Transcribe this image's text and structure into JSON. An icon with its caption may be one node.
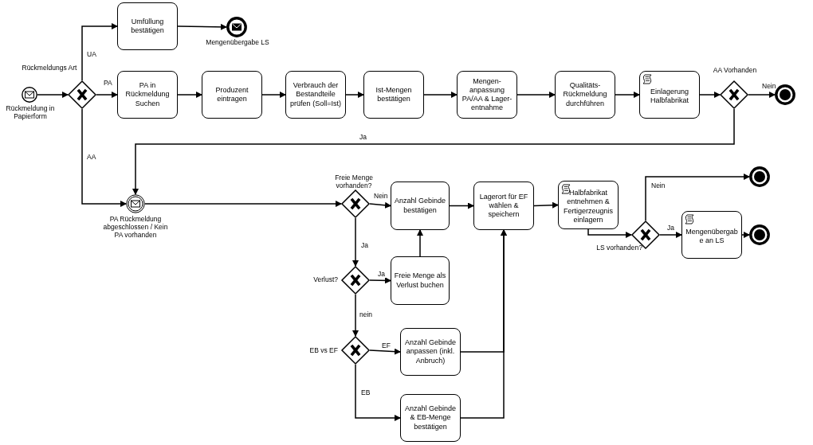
{
  "diagram": {
    "nodes": [
      {
        "text": [],
        "shape": "circle",
        "beside": [
          "Rückmeldung in Papierform"
        ]
      },
      {
        "text": [],
        "shape": "diamond",
        "beside": [
          "Rückmeldungs Art"
        ]
      },
      {
        "text": [
          "Umfüllung bestätigen"
        ]
      },
      {
        "text": [],
        "shape": "circle",
        "beside": [
          "Mengenübergabe LS"
        ]
      },
      {
        "text": [
          "PA in Rückmeldung Suchen"
        ]
      },
      {
        "text": [
          "Produzent eintragen"
        ]
      },
      {
        "text": [
          "Verbrauch der Bestandteile prüfen (Soll=Ist)"
        ]
      },
      {
        "text": [
          "Ist-Mengen bestätigen"
        ]
      },
      {
        "text": [
          "Mengen- anpassung PA/AA & Lager- entnahme"
        ]
      },
      {
        "text": [
          "Qualitäts- Rückmeldung durchführen"
        ]
      },
      {
        "text": [
          "Einlagerung Halbfabrikat"
        ]
      },
      {
        "text": [],
        "shape": "diamond",
        "beside": [
          "AA Vorhanden"
        ]
      },
      {
        "text": [],
        "shape": "circle"
      },
      {
        "text": [],
        "shape": "circle",
        "beside": [
          "PA Rückmeldung abgeschlossen / Kein PA vorhanden"
        ]
      },
      {
        "text": [],
        "shape": "diamond",
        "beside": [
          "Freie Menge vorhanden?"
        ]
      },
      {
        "text": [
          "Anzahl Gebinde bestätigen"
        ]
      },
      {
        "text": [
          "Lagerort für EF wählen & speichern"
        ]
      },
      {
        "text": [
          "Halbfabrikat entnehmen & Fertigerzeugnis einlagern"
        ]
      },
      {
        "text": [],
        "shape": "diamond",
        "beside": [
          "LS vorhanden?"
        ]
      },
      {
        "text": [],
        "shape": "circle"
      },
      {
        "text": [
          "Mengenübergabe an LS"
        ]
      },
      {
        "text": [],
        "shape": "circle"
      },
      {
        "text": [],
        "shape": "diamond",
        "beside": [
          "Verlust?"
        ]
      },
      {
        "text": [
          "Freie Menge als Verlust buchen"
        ]
      },
      {
        "text": [],
        "shape": "diamond",
        "beside": [
          "EB vs EF"
        ]
      },
      {
        "text": [
          "Anzahl Gebinde anpassen (inkl. Anbruch)"
        ]
      },
      {
        "text": [
          "Anzahl Gebinde & EB-Menge bestätigen"
        ]
      }
    ],
    "edges": [
      {
        "from": 0,
        "to": 1,
        "arrow": "to"
      },
      {
        "from": 1,
        "to": 2,
        "arrow": "to",
        "label": "UA"
      },
      {
        "from": 1,
        "to": 4,
        "arrow": "to",
        "label": "PA"
      },
      {
        "from": 1,
        "to": 13,
        "arrow": "to",
        "label": "AA"
      },
      {
        "from": 2,
        "to": 3,
        "arrow": "to"
      },
      {
        "from": 4,
        "to": 5,
        "arrow": "to"
      },
      {
        "from": 5,
        "to": 6,
        "arrow": "to"
      },
      {
        "from": 6,
        "to": 7,
        "arrow": "to"
      },
      {
        "from": 7,
        "to": 8,
        "arrow": "to"
      },
      {
        "from": 8,
        "to": 9,
        "arrow": "to"
      },
      {
        "from": 9,
        "to": 10,
        "arrow": "to"
      },
      {
        "from": 10,
        "to": 11,
        "arrow": "to"
      },
      {
        "from": 11,
        "to": 12,
        "arrow": "to",
        "label": "Nein"
      },
      {
        "from": 11,
        "to": 13,
        "arrow": "to",
        "label": "Ja"
      },
      {
        "from": 13,
        "to": 14,
        "arrow": "to"
      },
      {
        "from": 14,
        "to": 15,
        "arrow": "to",
        "label": "Nein"
      },
      {
        "from": 14,
        "to": 22,
        "arrow": "to",
        "label": "Ja"
      },
      {
        "from": 22,
        "to": 23,
        "arrow": "to",
        "label": "Ja"
      },
      {
        "from": 22,
        "to": 24,
        "arrow": "to",
        "label": "nein"
      },
      {
        "from": 23,
        "to": 15,
        "arrow": "to"
      },
      {
        "from": 24,
        "to": 25,
        "arrow": "to",
        "label": "EF"
      },
      {
        "from": 24,
        "to": 26,
        "arrow": "to",
        "label": "EB"
      },
      {
        "from": 25,
        "to": 16,
        "arrow": "to"
      },
      {
        "from": 26,
        "to": 16,
        "arrow": "to"
      },
      {
        "from": 15,
        "to": 16,
        "arrow": "to"
      },
      {
        "from": 16,
        "to": 17,
        "arrow": "to"
      },
      {
        "from": 17,
        "to": 18,
        "arrow": "to"
      },
      {
        "from": 18,
        "to": 19,
        "arrow": "to",
        "label": "Nein"
      },
      {
        "from": 18,
        "to": 20,
        "arrow": "to",
        "label": "Ja"
      },
      {
        "from": 20,
        "to": 21,
        "arrow": "to"
      }
    ]
  }
}
